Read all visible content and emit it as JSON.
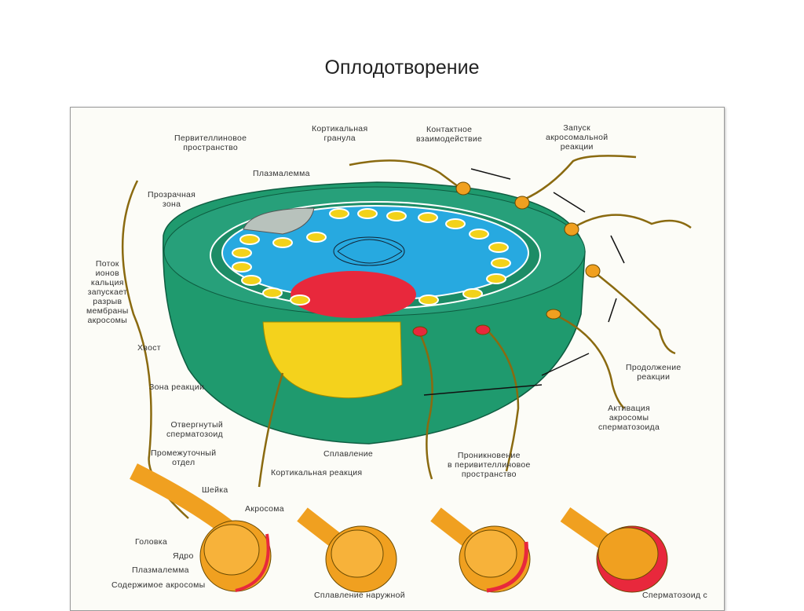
{
  "slide": {
    "title": "Оплодотворение"
  },
  "labels": {
    "perivitelline": [
      "Первителлиновое",
      "пространство"
    ],
    "cortical_granule": [
      "Кортикальная",
      "гранула"
    ],
    "contact": [
      "Контактное",
      "взаимодействие"
    ],
    "acrosome_launch": [
      "Запуск",
      "акросомальной",
      "реакции"
    ],
    "plasmalemma": "Плазмалемма",
    "zona": [
      "Прозрачная",
      "зона"
    ],
    "calcium": [
      "Поток",
      "ионов",
      "кальция",
      "запускает",
      "разрыв",
      "мембраны",
      "акросомы"
    ],
    "tail": "Хвост",
    "reaction_zone": "Зона реакции",
    "rejected": [
      "Отвергнутый",
      "сперматозоид"
    ],
    "midpiece": [
      "Промежуточный",
      "отдел"
    ],
    "fusion": "Сплавление",
    "cortical_reaction": "Кортикальная реакция",
    "penetration": [
      "Проникновение",
      "в перивителлиновое",
      "пространство"
    ],
    "continuation": [
      "Продолжение",
      "реакции"
    ],
    "activation": [
      "Активация",
      "акросомы",
      "сперматозоида"
    ],
    "neck": "Шейка",
    "acrosome": "Акросома",
    "head": "Головка",
    "nucleus": "Ядро",
    "plasmalemma2": "Плазмалемма",
    "acrosome_content": "Содержимое акросомы",
    "outer_fusion": "Сплавление наружной",
    "sperm_with": "Сперматозоид с"
  },
  "colors": {
    "zona": "#1f9a6e",
    "cytoplasm": "#27a9e0",
    "granule": "#f2d21a",
    "reaction": "#e8283c",
    "sperm": "#f0a020"
  }
}
